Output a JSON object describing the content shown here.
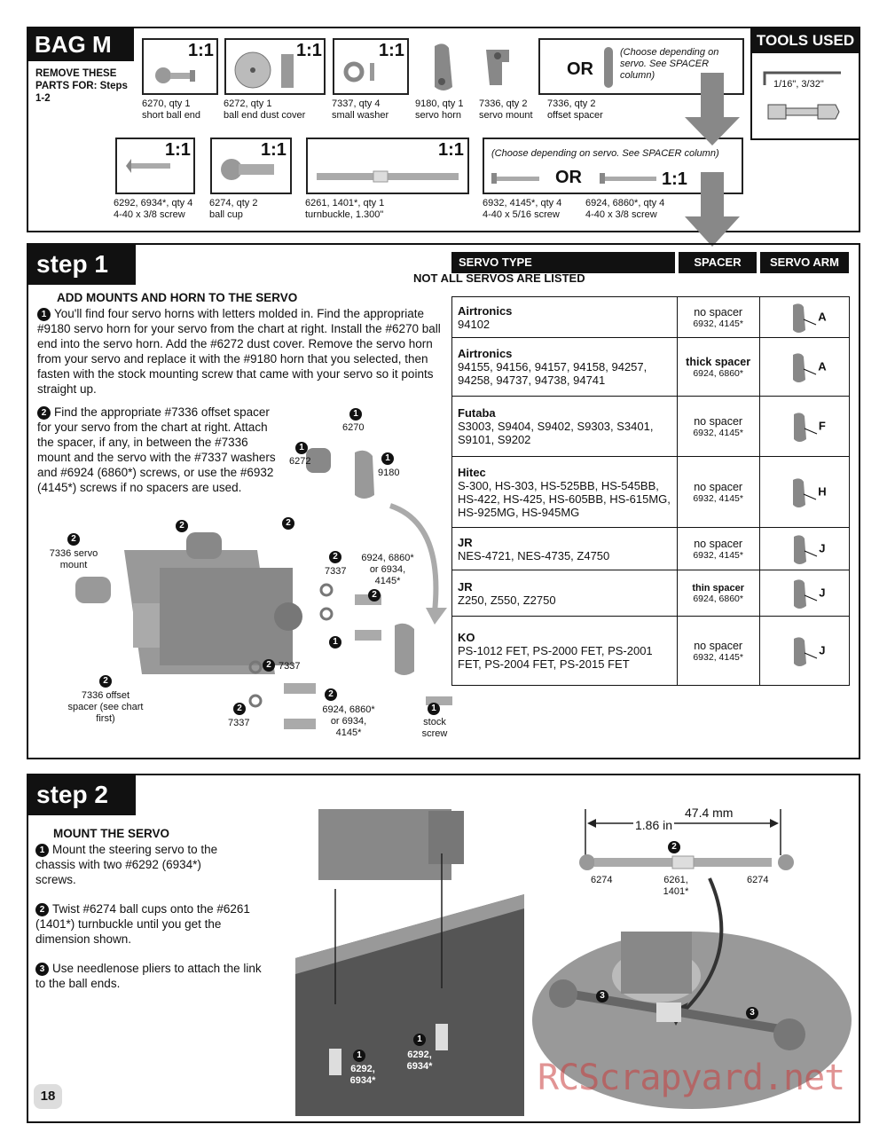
{
  "bag": {
    "title": "BAG M",
    "remove_note": "REMOVE THESE PARTS FOR: Steps 1-2",
    "parts_row1": [
      {
        "ratio": "1:1",
        "line1": "6270, qty 1",
        "line2": "short ball end"
      },
      {
        "ratio": "1:1",
        "line1": "6272, qty 1",
        "line2": "ball end dust cover"
      },
      {
        "ratio": "1:1",
        "line1": "7337, qty 4",
        "line2": "small washer"
      },
      {
        "ratio": "",
        "line1": "9180, qty 1",
        "line2": "servo horn"
      },
      {
        "ratio": "",
        "line1": "7336, qty 2",
        "line2": "servo mount"
      },
      {
        "ratio": "",
        "line1": "7336, qty 2",
        "line2": "offset spacer"
      }
    ],
    "spacer_choice": {
      "or": "OR",
      "note": "(Choose depending on servo. See SPACER column)"
    },
    "parts_row2": [
      {
        "ratio": "1:1",
        "line1": "6292, 6934*, qty 4",
        "line2": "4-40 x 3/8 screw"
      },
      {
        "ratio": "1:1",
        "line1": "6274, qty 2",
        "line2": "ball cup"
      },
      {
        "ratio": "1:1",
        "line1": "6261, 1401*, qty 1",
        "line2": "turnbuckle, 1.300\""
      }
    ],
    "screw_choice": {
      "note": "(Choose depending on servo. See SPACER column)",
      "or": "OR",
      "ratio": "1:1",
      "left": {
        "line1": "6932, 4145*, qty 4",
        "line2": "4-40 x 5/16 screw"
      },
      "right": {
        "line1": "6924, 6860*, qty 4",
        "line2": "4-40 x 3/8 screw"
      }
    }
  },
  "tools": {
    "title": "TOOLS USED",
    "sizes": "1/16\", 3/32\""
  },
  "step1": {
    "title": "step 1",
    "heading": "ADD MOUNTS AND HORN TO THE SERVO",
    "p1": "You'll find four servo horns with letters molded in. Find the appropriate #9180 servo horn for your servo from the chart at right. Install the #6270 ball end into the servo horn. Add the #6272 dust cover. Remove the servo horn from your servo and replace it with the #9180 horn that you selected, then fasten with the stock mounting screw that came with your servo so it points straight up.",
    "p2": "Find the appropriate #7336 offset spacer for your servo from the chart at right. Attach the spacer, if any, in between the #7336 mount and the servo with the #7337 washers and #6924 (6860*) screws, or use the #6932 (4145*) screws if no spacers are used.",
    "labels": {
      "l6270": "6270",
      "l6272": "6272",
      "l9180": "9180",
      "mount": "7336 servo mount",
      "w7337a": "7337",
      "scr_a": "6924, 6860* or 6934, 4145*",
      "w7337b": "7337",
      "w7337c": "7337",
      "offset": "7336 offset spacer (see chart first)",
      "scr_b": "6924, 6860* or 6934, 4145*",
      "stock": "stock screw"
    },
    "table": {
      "headers": [
        "SERVO TYPE",
        "SPACER",
        "SERVO ARM"
      ],
      "note": "NOT ALL SERVOS ARE LISTED",
      "rows": [
        {
          "brand": "Airtronics",
          "models": "94102",
          "spacer": "no spacer",
          "screws": "6932, 4145*",
          "arm": "A"
        },
        {
          "brand": "Airtronics",
          "models": "94155, 94156, 94157, 94158, 94257, 94258, 94737, 94738, 94741",
          "spacer": "thick spacer",
          "screws": "6924, 6860*",
          "arm": "A"
        },
        {
          "brand": "Futaba",
          "models": "S3003, S9404, S9402, S9303, S3401, S9101, S9202",
          "spacer": "no spacer",
          "screws": "6932, 4145*",
          "arm": "F"
        },
        {
          "brand": "Hitec",
          "models": "S-300, HS-303, HS-525BB, HS-545BB, HS-422, HS-425, HS-605BB, HS-615MG, HS-925MG, HS-945MG",
          "spacer": "no spacer",
          "screws": "6932, 4145*",
          "arm": "H"
        },
        {
          "brand": "JR",
          "models": "NES-4721, NES-4735, Z4750",
          "spacer": "no spacer",
          "screws": "6932, 4145*",
          "arm": "J"
        },
        {
          "brand": "JR",
          "models": "Z250, Z550, Z2750",
          "spacer": "thin spacer",
          "screws": "6924, 6860*",
          "arm": "J"
        },
        {
          "brand": "KO",
          "models": "PS-1012 FET, PS-2000 FET, PS-2001 FET, PS-2004 FET, PS-2015 FET",
          "spacer": "no spacer",
          "screws": "6932, 4145*",
          "arm": "J"
        }
      ]
    }
  },
  "step2": {
    "title": "step 2",
    "heading": "MOUNT THE SERVO",
    "p1": "Mount the steering servo to the chassis with two #6292 (6934*) screws.",
    "p2": "Twist #6274 ball cups onto the #6261 (1401*) turnbuckle until you get the dimension shown.",
    "p3": "Use needlenose pliers to attach the link to the ball ends.",
    "dim_mm": "47.4 mm",
    "dim_in": "1.86 in",
    "lbl_cup_l": "6274",
    "lbl_tb": "6261, 1401*",
    "lbl_cup_r": "6274",
    "lbl_scr1": "6292, 6934*",
    "lbl_scr2": "6292, 6934*"
  },
  "page_number": "18",
  "watermark": "RCScrapyard.net"
}
